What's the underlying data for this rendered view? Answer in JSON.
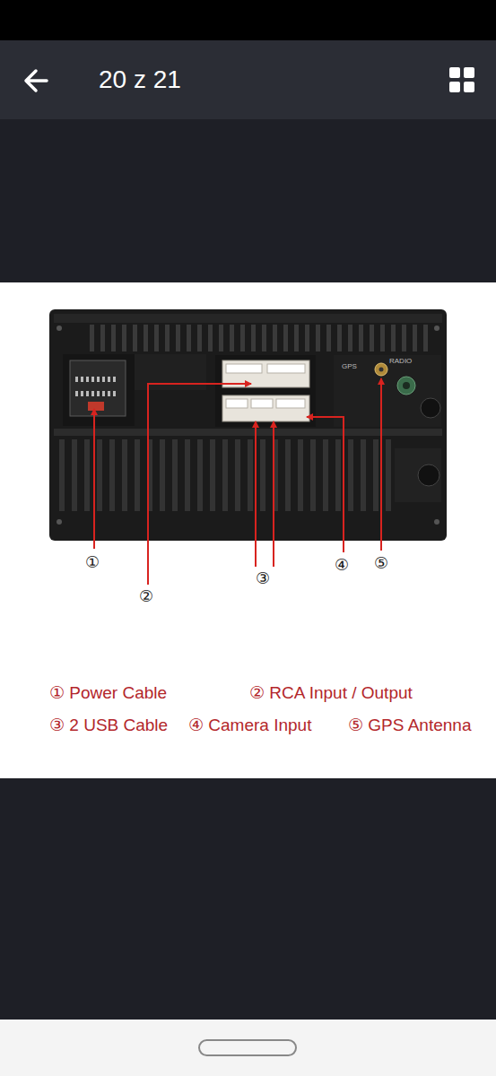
{
  "diagram": {
    "labels": [
      "20 z 21",
      "GPS",
      "RADIO",
      "①",
      "②",
      "③",
      "④",
      "⑤",
      "① Power Cable",
      "② RCA Input / Output",
      "③ 2 USB Cable",
      "④ Camera Input",
      "⑤ GPS Antenna"
    ]
  }
}
